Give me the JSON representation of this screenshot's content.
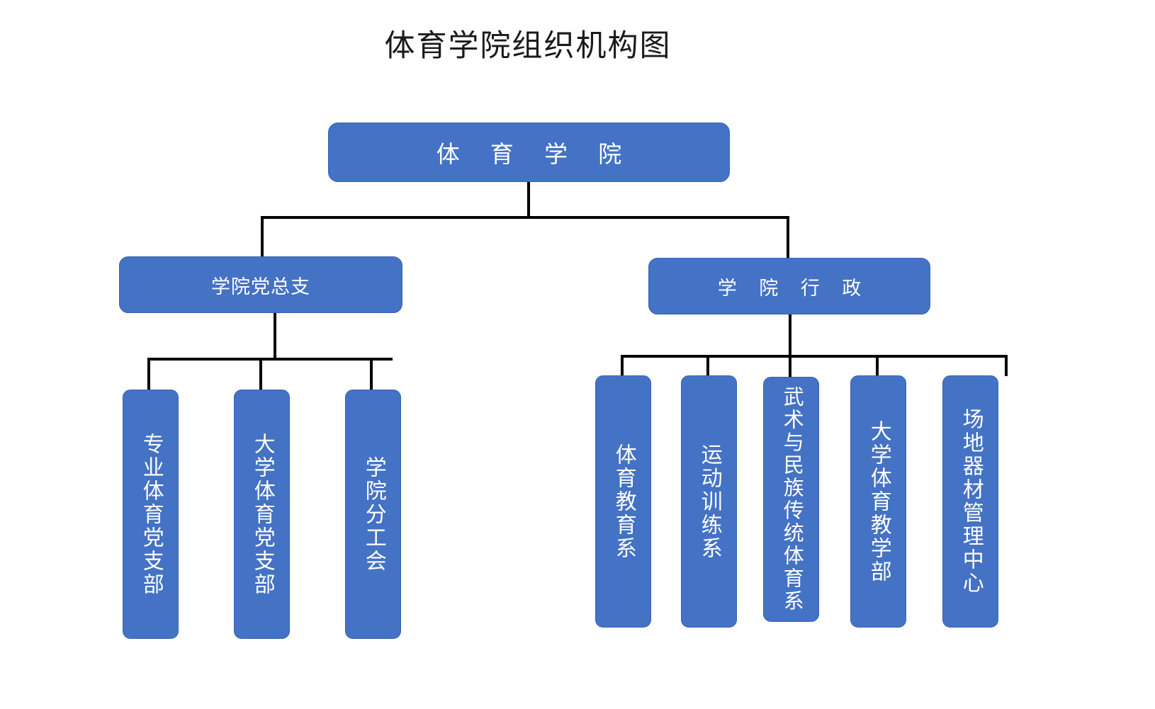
{
  "chart_data": {
    "type": "diagram",
    "diagram_kind": "organization-chart",
    "title": "体育学院组织机构图",
    "orientation": "top-down",
    "node_fill_color": "#4472C4",
    "node_border_color": "#3A63B0",
    "node_text_color": "#FFFFFF",
    "connector_color": "#000000",
    "background_color": "#FFFFFF",
    "levels": 3,
    "nodes": [
      {
        "id": "root",
        "label": "体 育 学 院",
        "level": 0,
        "parent": null,
        "text_direction": "horizontal"
      },
      {
        "id": "party",
        "label": "学院党总支",
        "level": 1,
        "parent": "root",
        "text_direction": "horizontal"
      },
      {
        "id": "admin",
        "label": "学 院 行 政",
        "level": 1,
        "parent": "root",
        "text_direction": "horizontal"
      },
      {
        "id": "party-1",
        "label": "专业体育党支部",
        "level": 2,
        "parent": "party",
        "text_direction": "vertical"
      },
      {
        "id": "party-2",
        "label": "大学体育党支部",
        "level": 2,
        "parent": "party",
        "text_direction": "vertical"
      },
      {
        "id": "party-3",
        "label": "学院分工会",
        "level": 2,
        "parent": "party",
        "text_direction": "vertical"
      },
      {
        "id": "admin-1",
        "label": "体育教育系",
        "level": 2,
        "parent": "admin",
        "text_direction": "vertical"
      },
      {
        "id": "admin-2",
        "label": "运动训练系",
        "level": 2,
        "parent": "admin",
        "text_direction": "vertical"
      },
      {
        "id": "admin-3",
        "label": "武术与民族传统体育系",
        "level": 2,
        "parent": "admin",
        "text_direction": "vertical"
      },
      {
        "id": "admin-4",
        "label": "大学体育教学部",
        "level": 2,
        "parent": "admin",
        "text_direction": "vertical"
      },
      {
        "id": "admin-5",
        "label": "场地器材管理中心",
        "level": 2,
        "parent": "admin",
        "text_direction": "vertical"
      }
    ],
    "edges": [
      {
        "from": "root",
        "to": "party"
      },
      {
        "from": "root",
        "to": "admin"
      },
      {
        "from": "party",
        "to": "party-1"
      },
      {
        "from": "party",
        "to": "party-2"
      },
      {
        "from": "party",
        "to": "party-3"
      },
      {
        "from": "admin",
        "to": "admin-1"
      },
      {
        "from": "admin",
        "to": "admin-2"
      },
      {
        "from": "admin",
        "to": "admin-3"
      },
      {
        "from": "admin",
        "to": "admin-4"
      },
      {
        "from": "admin",
        "to": "admin-5"
      }
    ]
  },
  "title": "体育学院组织机构图",
  "root": {
    "label": "体 育 学 院"
  },
  "branches": {
    "party": {
      "label": "学院党总支",
      "children": [
        {
          "label": "专业体育党支部"
        },
        {
          "label": "大学体育党支部"
        },
        {
          "label": "学院分工会"
        }
      ]
    },
    "admin": {
      "label": "学 院 行 政",
      "children": [
        {
          "label": "体育教育系"
        },
        {
          "label": "运动训练系"
        },
        {
          "label": "武术与民族传统体育系"
        },
        {
          "label": "大学体育教学部"
        },
        {
          "label": "场地器材管理中心"
        }
      ]
    }
  }
}
